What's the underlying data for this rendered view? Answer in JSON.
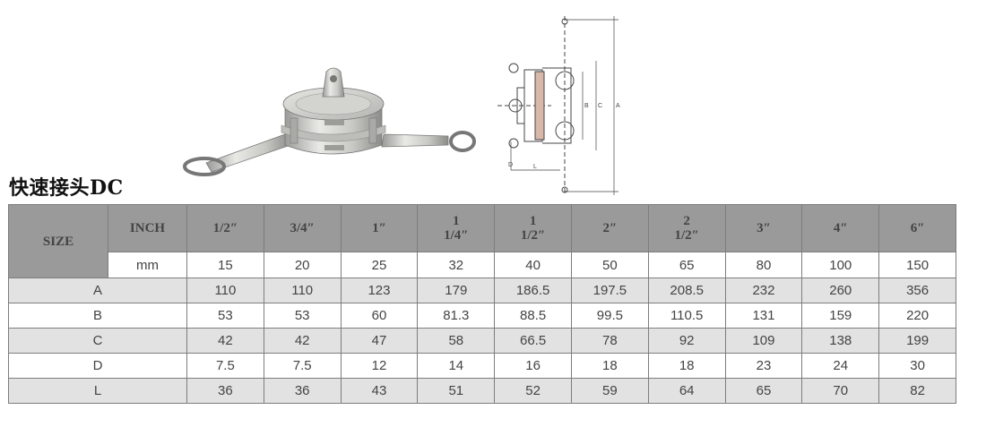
{
  "page": {
    "title": "快速接头DC"
  },
  "illustrations": {
    "photo": "camlock-dust-cap-photo",
    "drawing": "camlock-dust-cap-drawing",
    "drawing_labels": [
      "B",
      "C",
      "A",
      "D",
      "L"
    ]
  },
  "table": {
    "size_label": "SIZE",
    "inch_label": "INCH",
    "mm_label": "mm",
    "inch_sizes": [
      [
        "1/2″"
      ],
      [
        "3/4″"
      ],
      [
        "1″"
      ],
      [
        "1",
        "1/4″"
      ],
      [
        "1",
        "1/2″"
      ],
      [
        "2″"
      ],
      [
        "2",
        "1/2″"
      ],
      [
        "3″"
      ],
      [
        "4″"
      ],
      [
        "6″"
      ]
    ],
    "mm_sizes": [
      "15",
      "20",
      "25",
      "32",
      "40",
      "50",
      "65",
      "80",
      "100",
      "150"
    ],
    "rows": [
      {
        "label": "A",
        "shaded": true,
        "values": [
          "110",
          "110",
          "123",
          "179",
          "186.5",
          "197.5",
          "208.5",
          "232",
          "260",
          "356"
        ]
      },
      {
        "label": "B",
        "shaded": false,
        "values": [
          "53",
          "53",
          "60",
          "81.3",
          "88.5",
          "99.5",
          "110.5",
          "131",
          "159",
          "220"
        ]
      },
      {
        "label": "C",
        "shaded": true,
        "values": [
          "42",
          "42",
          "47",
          "58",
          "66.5",
          "78",
          "92",
          "109",
          "138",
          "199"
        ]
      },
      {
        "label": "D",
        "shaded": false,
        "values": [
          "7.5",
          "7.5",
          "12",
          "14",
          "16",
          "18",
          "18",
          "23",
          "24",
          "30"
        ]
      },
      {
        "label": "L",
        "shaded": true,
        "values": [
          "36",
          "36",
          "43",
          "51",
          "52",
          "59",
          "64",
          "65",
          "70",
          "82"
        ]
      }
    ]
  },
  "colors": {
    "header_bg": "#9a9a9a",
    "shaded_row": "#e2e2e2",
    "border": "#7d7d7d"
  }
}
